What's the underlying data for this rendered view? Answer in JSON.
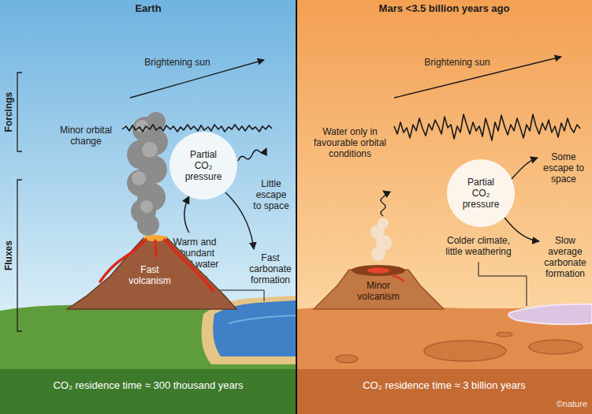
{
  "diagram": {
    "nodes": [
      {
        "text": [
          "Partial CO₂ pressure"
        ]
      },
      {
        "text": [
          "Fast volcanism"
        ]
      },
      {
        "text": [
          "Partial CO₂ pressure"
        ]
      },
      {
        "text": [
          "Minor volcanism"
        ]
      }
    ],
    "edges": [
      {
        "from": 1,
        "to": 0,
        "arrow": "to"
      }
    ],
    "labels": [
      "Earth",
      "Mars <3.5 billion years ago",
      "Forcings",
      "Fluxes",
      "Brightening sun",
      "Minor orbital change",
      "Little escape to space",
      "Warm and abundant liquid water",
      "Fast carbonate formation",
      "CO₂ residence time ≈ 300 thousand years",
      "Brightening sun",
      "Water only in favourable orbital conditions",
      "Some escape to space",
      "Colder climate, little weathering",
      "Slow average carbonate formation",
      "CO₂ residence time ≈ 3 billion years",
      "©nature"
    ]
  }
}
